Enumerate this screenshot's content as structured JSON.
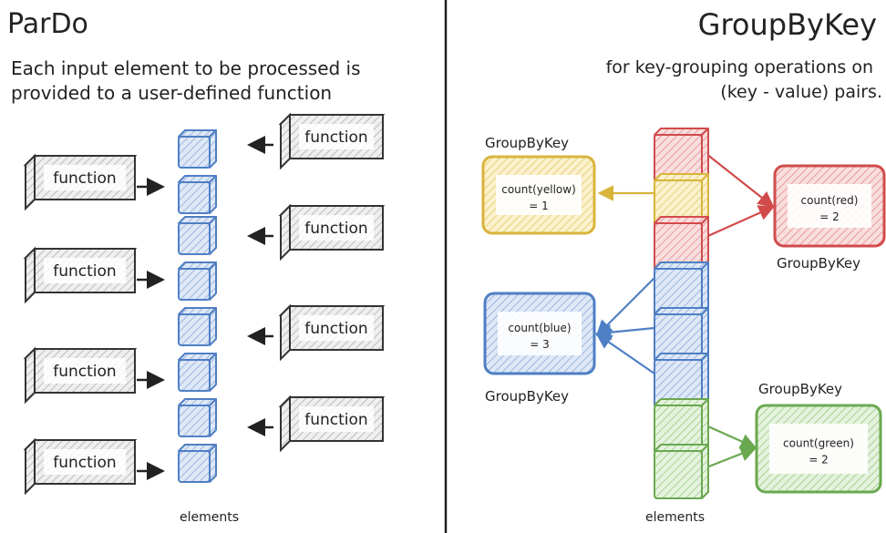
{
  "left": {
    "title": "ParDo",
    "subtitle_line1": "Each input element to be processed is",
    "subtitle_line2": "provided to a user-defined function",
    "function_label": "function",
    "elements_label": "elements"
  },
  "right": {
    "title": "GroupByKey",
    "subtitle_line1": "for key-grouping operations on",
    "subtitle_line2": "(key - value) pairs.",
    "elements_label": "elements",
    "groups": [
      {
        "key": "yellow",
        "line1": "count(yellow)",
        "line2": "= 1",
        "label": "GroupByKey",
        "stroke": "#d9b43c",
        "fill": "#f5e6a8"
      },
      {
        "key": "red",
        "line1": "count(red)",
        "line2": "= 2",
        "label": "GroupByKey",
        "stroke": "#d24b4b",
        "fill": "#f4b3b3"
      },
      {
        "key": "blue",
        "line1": "count(blue)",
        "line2": "= 3",
        "label": "GroupByKey",
        "stroke": "#4f7fc4",
        "fill": "#c7d8f1"
      },
      {
        "key": "green",
        "line1": "count(green)",
        "line2": "= 2",
        "label": "GroupByKey",
        "stroke": "#6aa84f",
        "fill": "#cfe8c2"
      }
    ]
  },
  "colors": {
    "ink": "#222222",
    "element_blue_stroke": "#4f7fc4",
    "element_blue_fill": "#c7d8f1",
    "function_stroke": "#333333",
    "function_fill": "#d9d9d9"
  }
}
